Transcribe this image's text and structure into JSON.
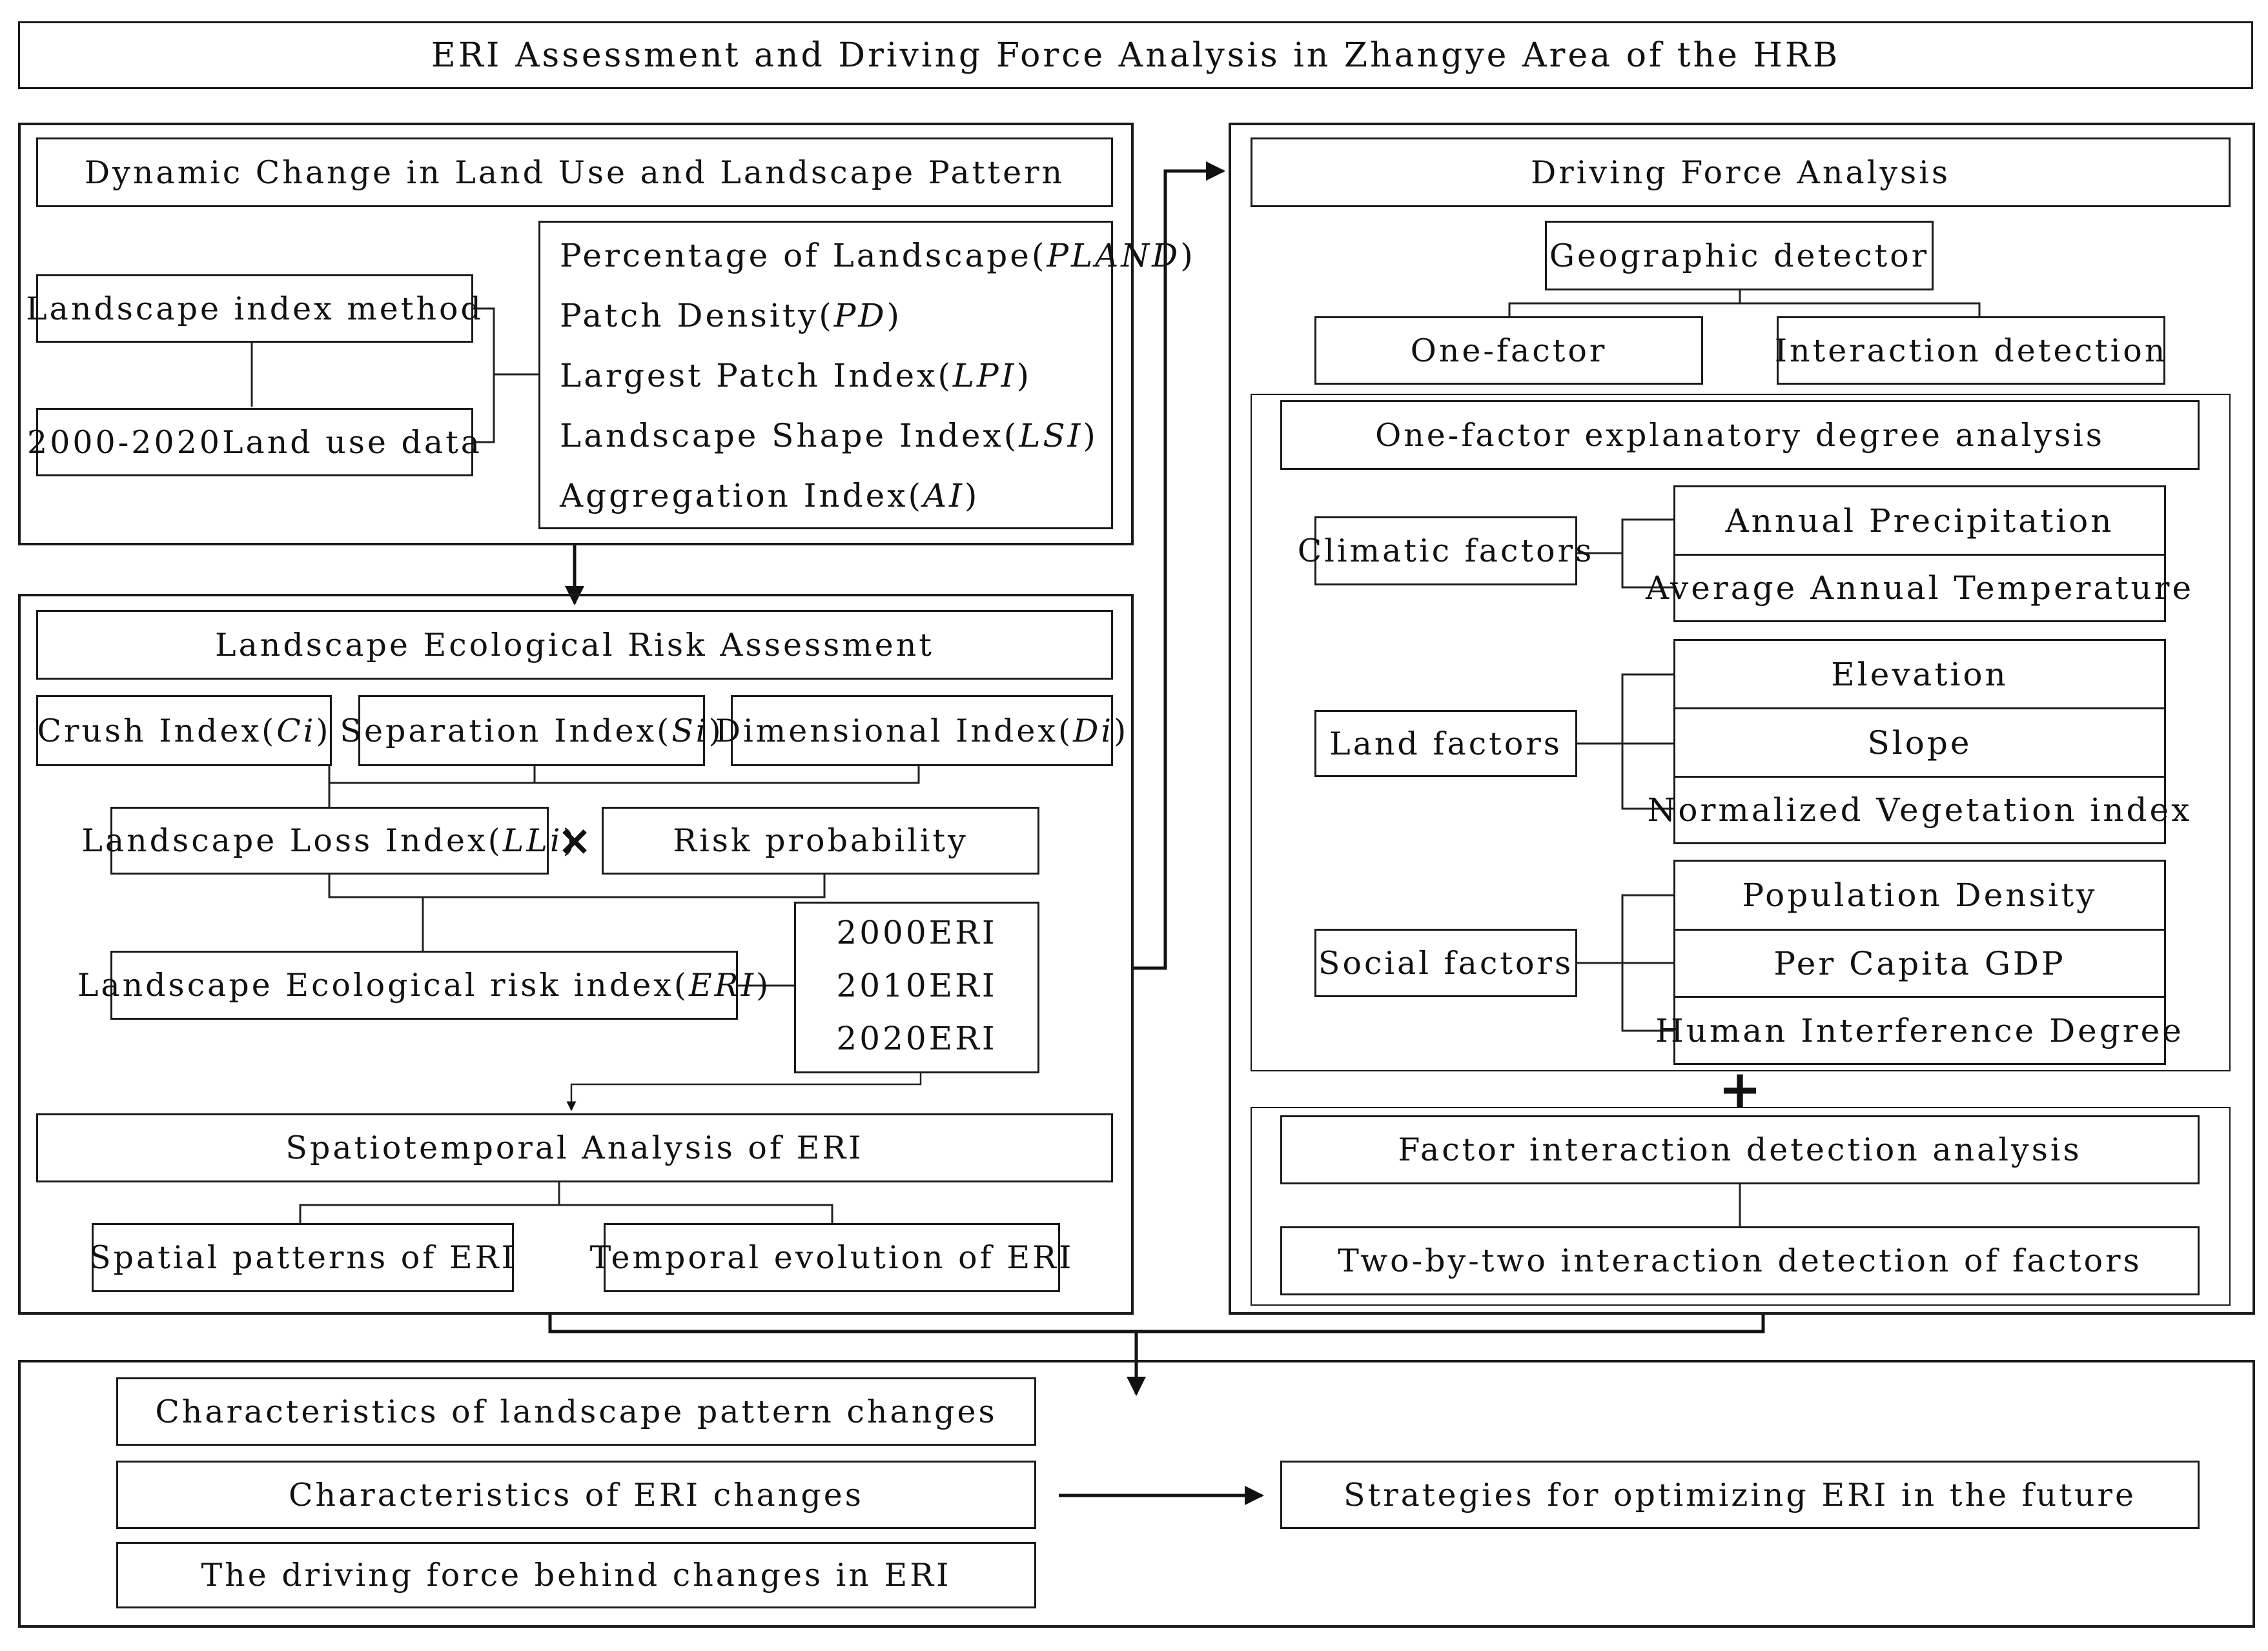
{
  "title": "ERI Assessment and Driving Force Analysis in Zhangye Area of the HRB",
  "landscape_pattern": {
    "header": "Dynamic Change in Land Use and Landscape Pattern",
    "method": "Landscape index method",
    "data": "2000-2020Land use data",
    "indices": [
      {
        "name": "Percentage of Landscape",
        "abbr": "PLAND"
      },
      {
        "name": "Patch Density",
        "abbr": "PD"
      },
      {
        "name": "Largest Patch Index",
        "abbr": "LPI"
      },
      {
        "name": "Landscape Shape Index",
        "abbr": "LSI"
      },
      {
        "name": "Aggregation Index",
        "abbr": "AI"
      }
    ]
  },
  "risk_assessment": {
    "header": "Landscape Ecological Risk Assessment",
    "crush": {
      "name": "Crush Index",
      "abbr": "Ci"
    },
    "separation": {
      "name": "Separation Index",
      "abbr": "Si"
    },
    "dimensional": {
      "name": "Dimensional Index",
      "abbr": "Di"
    },
    "loss": {
      "name": "Landscape Loss Index",
      "abbr": "LLi"
    },
    "times_symbol": "×",
    "probability": "Risk probability",
    "eri_index": {
      "name": "Landscape Ecological risk index",
      "abbr": "ERI"
    },
    "years": [
      "2000ERI",
      "2010ERI",
      "2020ERI"
    ],
    "spatiotemporal": "Spatiotemporal Analysis of ERI",
    "spatial": "Spatial patterns of ERI",
    "temporal": "Temporal evolution of ERI"
  },
  "driving_force": {
    "header": "Driving Force Analysis",
    "detector": "Geographic detector",
    "one_factor": "One-factor",
    "interaction": "Interaction detection",
    "explanatory": "One-factor explanatory degree analysis",
    "groups": [
      {
        "label": "Climatic factors",
        "items": [
          "Annual Precipitation",
          "Average Annual Temperature"
        ]
      },
      {
        "label": "Land factors",
        "items": [
          "Elevation",
          "Slope",
          "Normalized Vegetation index"
        ]
      },
      {
        "label": "Social factors",
        "items": [
          "Population Density",
          "Per Capita GDP",
          "Human Interference Degree"
        ]
      }
    ],
    "plus_symbol": "+",
    "interaction_analysis": "Factor interaction detection analysis",
    "two_by_two": "Two-by-two interaction detection of factors"
  },
  "outcomes": {
    "items": [
      "Characteristics of landscape pattern changes",
      "Characteristics of ERI changes",
      "The driving force behind changes in ERI"
    ],
    "strategy": "Strategies for optimizing ERI in the future"
  }
}
